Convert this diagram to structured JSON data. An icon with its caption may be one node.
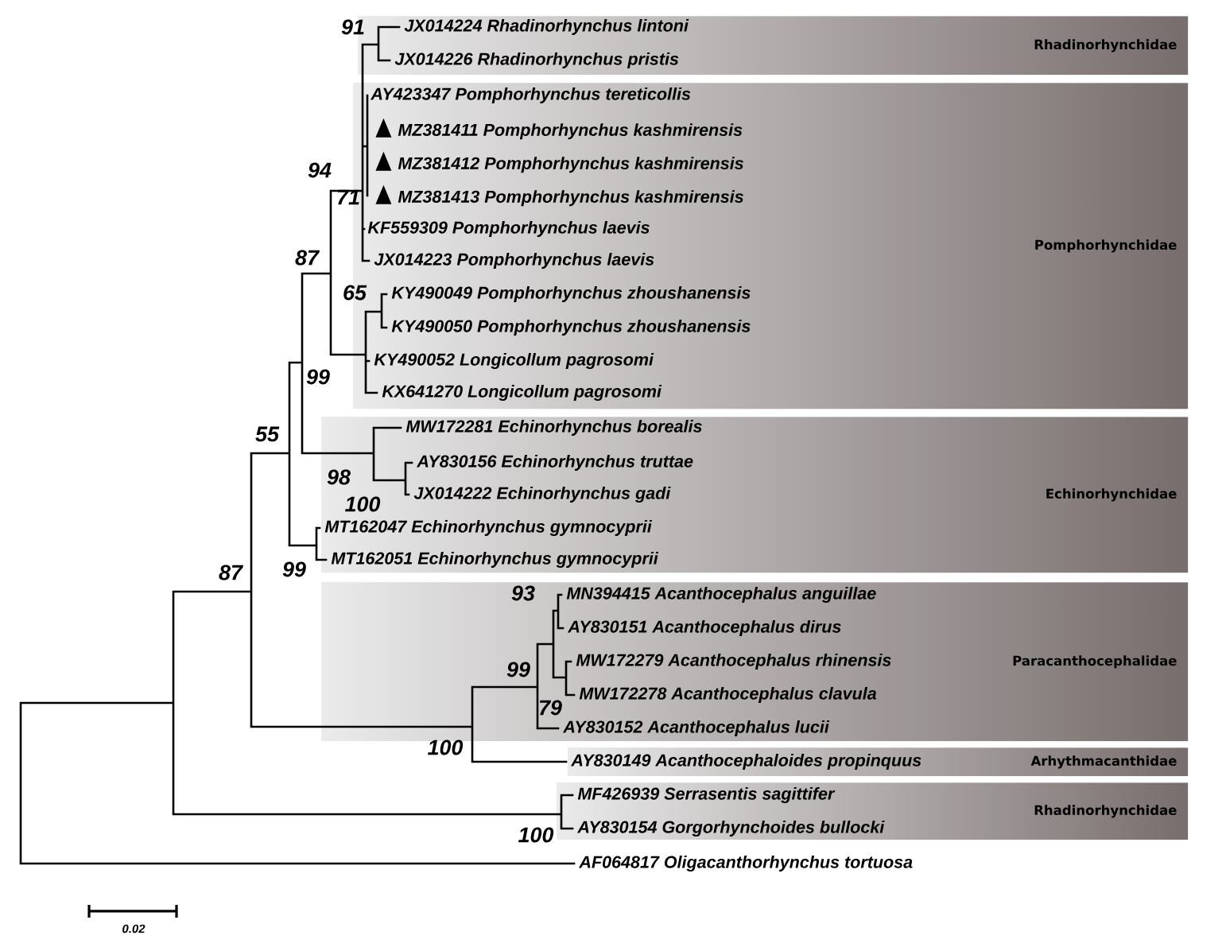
{
  "diagram": {
    "nodes": [
      {
        "text": [
          "Rhadinorhynchidae"
        ]
      },
      {
        "text": [
          "JX014224 Rhadinorhynchus lintoni"
        ],
        "in": 0
      },
      {
        "text": [
          "JX014226 Rhadinorhynchus pristis"
        ],
        "in": 0
      },
      {
        "text": [
          "Pomphorhynchidae"
        ]
      },
      {
        "text": [
          "AY423347 Pomphorhynchus tereticollis"
        ],
        "in": 3
      },
      {
        "text": [
          "MZ381411 Pomphorhynchus kashmirensis"
        ],
        "in": 3
      },
      {
        "text": [
          "MZ381412 Pomphorhynchus kashmirensis"
        ],
        "in": 3
      },
      {
        "text": [
          "MZ381413 Pomphorhynchus kashmirensis"
        ],
        "in": 3
      },
      {
        "text": [
          "KF559309 Pomphorhynchus laevis"
        ],
        "in": 3
      },
      {
        "text": [
          "JX014223 Pomphorhynchus laevis"
        ],
        "in": 3
      },
      {
        "text": [
          "KY490049 Pomphorhynchus zhoushanensis"
        ],
        "in": 3
      },
      {
        "text": [
          "KY490050 Pomphorhynchus zhoushanensis"
        ],
        "in": 3
      },
      {
        "text": [
          "KY490052 Longicollum pagrosomi"
        ],
        "in": 3
      },
      {
        "text": [
          "KX641270 Longicollum pagrosomi"
        ],
        "in": 3
      },
      {
        "text": [
          "Echinorhynchidae"
        ]
      },
      {
        "text": [
          "MW172281 Echinorhynchus borealis"
        ],
        "in": 14
      },
      {
        "text": [
          "AY830156 Echinorhynchus truttae"
        ],
        "in": 14
      },
      {
        "text": [
          "JX014222 Echinorhynchus gadi"
        ],
        "in": 14
      },
      {
        "text": [
          "MT162047 Echinorhynchus gymnocyprii"
        ],
        "in": 14
      },
      {
        "text": [
          "MT162051 Echinorhynchus gymnocyprii"
        ],
        "in": 14
      },
      {
        "text": [
          "Paracanthocephalidae"
        ]
      },
      {
        "text": [
          "MN394415 Acanthocephalus anguillae"
        ],
        "in": 20
      },
      {
        "text": [
          "AY830151 Acanthocephalus dirus"
        ],
        "in": 20
      },
      {
        "text": [
          "MW172279 Acanthocephalus rhinensis"
        ],
        "in": 20
      },
      {
        "text": [
          "MW172278 Acanthocephalus clavula"
        ],
        "in": 20
      },
      {
        "text": [
          "AY830152 Acanthocephalus lucii"
        ],
        "in": 20
      },
      {
        "text": [
          "Arhythmacanthidae"
        ]
      },
      {
        "text": [
          "AY830149 Acanthocephaloides propinquus"
        ],
        "in": 26
      },
      {
        "text": [
          "Rhadinorhynchidae"
        ]
      },
      {
        "text": [
          "MF426939 Serrasentis sagittifer"
        ],
        "in": 28
      },
      {
        "text": [
          "AY830154 Gorgorhynchoides bullocki"
        ],
        "in": 28
      },
      {
        "text": [
          "AF064817 Oligacanthorhynchus tortuosa"
        ]
      }
    ],
    "labels": [
      "91",
      "94",
      "71",
      "87",
      "65",
      "99",
      "55",
      "98",
      "100",
      "87",
      "99",
      "93",
      "99",
      "79",
      "100",
      "100",
      "0.02"
    ]
  }
}
